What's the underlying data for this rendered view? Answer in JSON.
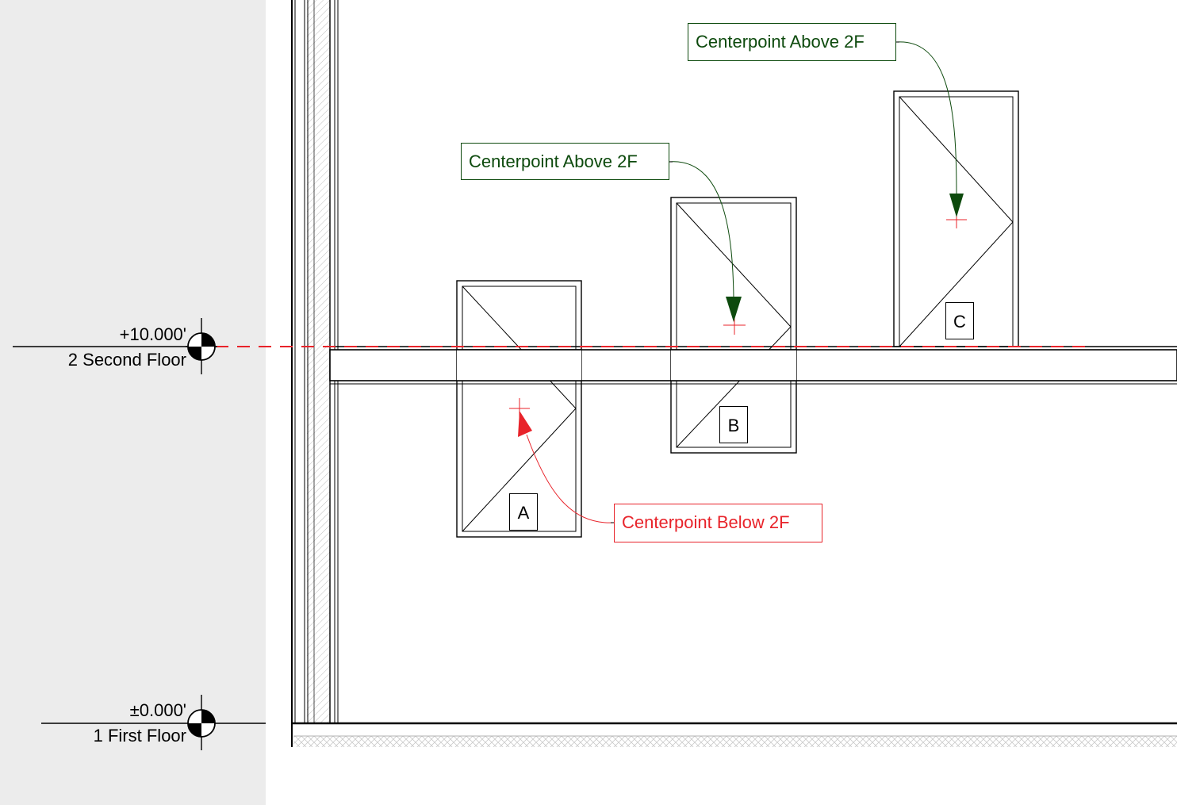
{
  "levels": [
    {
      "id": "second",
      "elevation": "+10.000'",
      "name": "2 Second Floor"
    },
    {
      "id": "first",
      "elevation": "±0.000'",
      "name": "1 First Floor"
    }
  ],
  "callouts": {
    "c_green": "Centerpoint Above 2F",
    "b_green": "Centerpoint Above 2F",
    "a_red": "Centerpoint Below 2F"
  },
  "tags": {
    "a": "A",
    "b": "B",
    "c": "C"
  },
  "colors": {
    "green": "#0d4a0d",
    "red": "#e8232a",
    "panel": "#ececec",
    "line": "#000000"
  },
  "icons": [
    "level-head-icon",
    "arrowhead-icon",
    "centerpoint-marker-icon"
  ]
}
